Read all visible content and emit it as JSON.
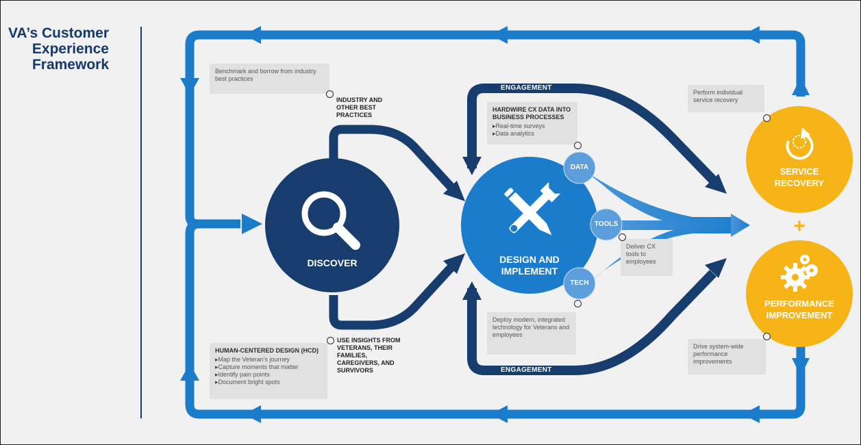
{
  "title": "VA’s Customer Experience Framework",
  "nodes": {
    "discover": "DISCOVER",
    "design": "DESIGN AND IMPLEMENT",
    "service": "SERVICE RECOVERY",
    "performance": "PERFORMANCE IMPROVEMENT",
    "plus": "+"
  },
  "channels": {
    "data": "DATA",
    "tools": "TOOLS",
    "tech": "TECH"
  },
  "engagement": {
    "top": "ENGAGEMENT",
    "bottom": "ENGAGEMENT"
  },
  "callouts": {
    "industry": "INDUSTRY AND OTHER BEST PRACTICES",
    "insights": "USE INSIGHTS FROM VETERANS, THEIR FAMILIES, CAREGIVERS, AND SURVIVORS"
  },
  "notes": {
    "benchmark": "Benchmark and borrow from industry best practices",
    "hardwire": {
      "heading": "HARDWIRE CX DATA INTO BUSINESS PROCESSES",
      "items": [
        "Real-time surveys",
        "Data analytics"
      ]
    },
    "hcd": {
      "heading": "HUMAN-CENTERED DESIGN (HCD)",
      "items": [
        "Map the Veteran’s journey",
        "Capture moments that matter",
        "Identify pain points",
        "Document bright spots"
      ]
    },
    "deploy": "Deploy modern, integrated technology for Veterans and employees",
    "deliver": "Deliver CX tools to employees",
    "perform": "Perform individual service recovery",
    "drive": "Drive system-wide performance improvements"
  },
  "icons": [
    "magnifier-icon",
    "wrench-pencil-icon",
    "recovery-cycle-icon",
    "gears-icon"
  ],
  "colors": {
    "navy": "#173d6e",
    "blue": "#1b7ccc",
    "light_blue": "#5c9ddc",
    "gold": "#f7b417",
    "note_bg": "#e1e1e1"
  }
}
